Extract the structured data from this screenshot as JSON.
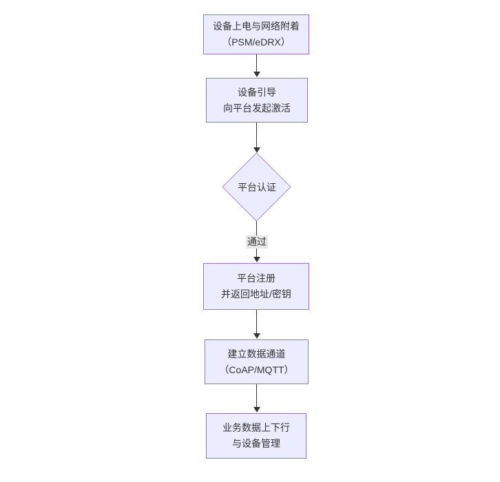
{
  "flowchart": {
    "background_color": "#ffffff",
    "node_fill_color": "#ececff",
    "node_border_color": "#9370db",
    "text_color": "#333333",
    "edge_color": "#333333",
    "edge_label_background": "#e8e8e8",
    "nodes": [
      {
        "shape": "rectangle",
        "line1": "设备上电与网络附着",
        "line2": "（PSM/eDRX）"
      },
      {
        "shape": "rectangle",
        "line1": "设备引导",
        "line2": "向平台发起激活"
      },
      {
        "shape": "diamond",
        "line1": "平台认证"
      },
      {
        "shape": "rectangle",
        "line1": "平台注册",
        "line2": "并返回地址/密钥"
      },
      {
        "shape": "rectangle",
        "line1": "建立数据通道",
        "line2": "（CoAP/MQTT）"
      },
      {
        "shape": "rectangle",
        "line1": "业务数据上下行",
        "line2": "与设备管理"
      }
    ],
    "edges": [
      {
        "from_index": 0,
        "to_index": 1,
        "label": ""
      },
      {
        "from_index": 1,
        "to_index": 2,
        "label": ""
      },
      {
        "from_index": 2,
        "to_index": 3,
        "label": "通过"
      },
      {
        "from_index": 3,
        "to_index": 4,
        "label": ""
      },
      {
        "from_index": 4,
        "to_index": 5,
        "label": ""
      }
    ]
  }
}
